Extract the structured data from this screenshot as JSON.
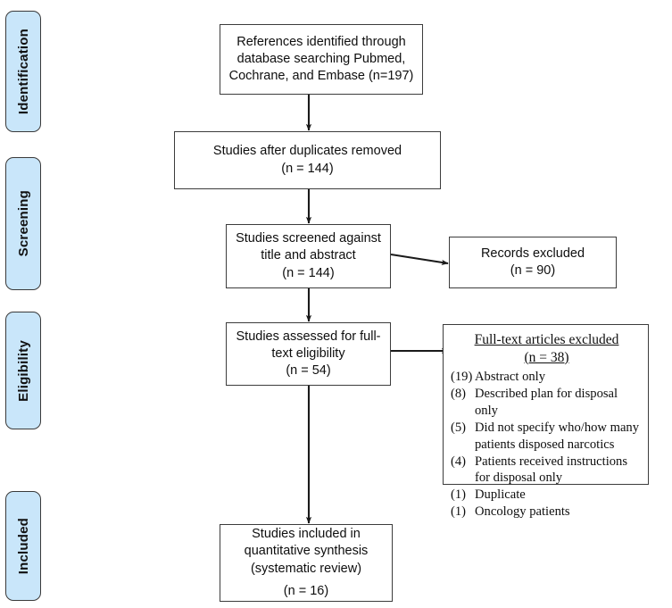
{
  "diagram": {
    "title": "PRISMA study selection flow diagram",
    "stages": [
      {
        "id": "identification",
        "label": "Identification"
      },
      {
        "id": "screening",
        "label": "Screening"
      },
      {
        "id": "eligibility",
        "label": "Eligibility"
      },
      {
        "id": "included",
        "label": "Included"
      }
    ],
    "boxes": {
      "identified": {
        "lines": [
          "References identified through",
          "database searching Pubmed,",
          "Cochrane, and Embase (n=197)"
        ],
        "count": 197
      },
      "duplicates_removed": {
        "lines": [
          "Studies after duplicates removed",
          "(n = 144)"
        ],
        "count": 144
      },
      "screened": {
        "lines": [
          "Studies screened against",
          "title and abstract",
          "(n = 144)"
        ],
        "count": 144
      },
      "records_excluded": {
        "lines": [
          "Records excluded",
          "(n = 90)"
        ],
        "count": 90
      },
      "fulltext_assessed": {
        "lines": [
          "Studies assessed for full-",
          "text eligibility",
          "(n =  54)"
        ],
        "count": 54
      },
      "fulltext_excluded": {
        "heading_line1": "Full-text articles excluded",
        "heading_line2": "(n = 38)",
        "count": 38,
        "reasons": [
          {
            "num": "(19)",
            "text": "Abstract only"
          },
          {
            "num": "(8)",
            "text": "Described plan for disposal only"
          },
          {
            "num": "(5)",
            "text": "Did not specify who/how many patients disposed narcotics"
          },
          {
            "num": "(4)",
            "text": "Patients received instructions for disposal only"
          },
          {
            "num": "(1)",
            "text": "Duplicate"
          },
          {
            "num": "(1)",
            "text": "Oncology patients"
          }
        ]
      },
      "included": {
        "lines": [
          "Studies included in",
          "quantitative synthesis",
          "(systematic review)",
          "(n = 16)"
        ],
        "count": 16
      }
    },
    "colors": {
      "stage_tab_fill": "#c9e6fa",
      "stage_tab_border": "#3a3a3a",
      "box_border": "#3c3c3c",
      "connector": "#1a1a1a",
      "background": "#ffffff",
      "text": "#0e0e0e"
    }
  }
}
